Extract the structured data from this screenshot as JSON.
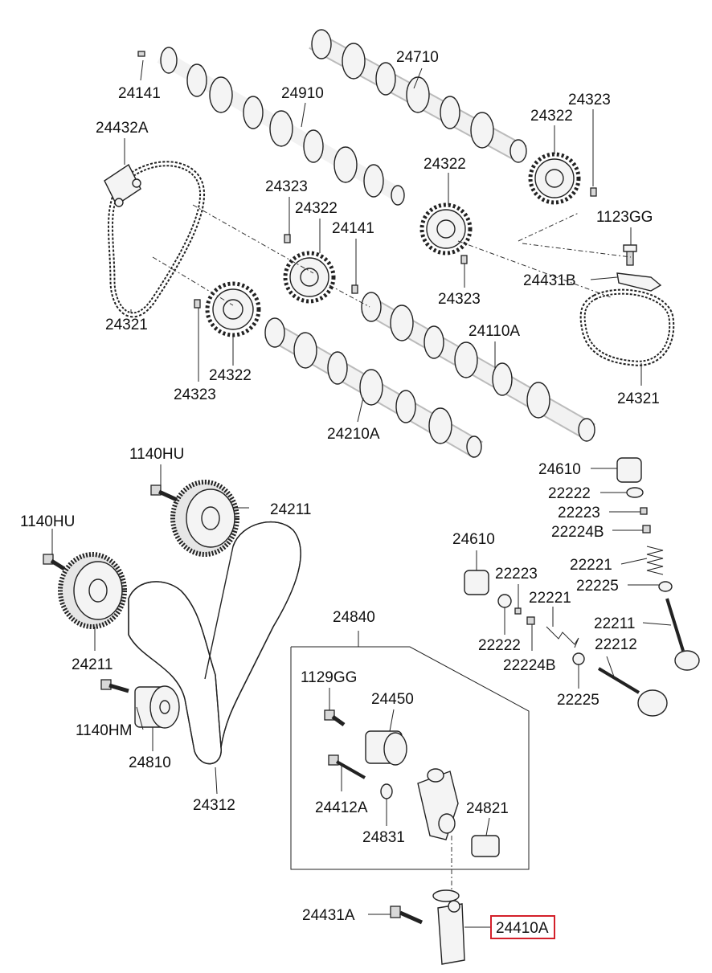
{
  "labels": {
    "p24710": "24710",
    "p24141_top": "24141",
    "p24910": "24910",
    "p24323_tr": "24323",
    "p24322_tr": "24322",
    "p24432A": "24432A",
    "p24322_mid": "24322",
    "p24323_mid": "24323",
    "p24322_c": "24322",
    "p24141_c": "24141",
    "p1123GG": "1123GG",
    "p24431B": "24431B",
    "p24323_c": "24323",
    "p24321_l": "24321",
    "p24110A": "24110A",
    "p24322_bl": "24322",
    "p24323_bl": "24323",
    "p24321_r": "24321",
    "p24210A": "24210A",
    "p1140HU_a": "1140HU",
    "p24610_a": "24610",
    "p22222_a": "22222",
    "p22223_a": "22223",
    "p1140HU_b": "1140HU",
    "p24211_a": "24211",
    "p22224B_a": "22224B",
    "p24610_b": "24610",
    "p22221_a": "22221",
    "p22223_b": "22223",
    "p22225_a": "22225",
    "p22221_b": "22221",
    "p24840": "24840",
    "p22211": "22211",
    "p22222_b": "22222",
    "p22212": "22212",
    "p24211_b": "24211",
    "p22224B_b": "22224B",
    "p1129GG": "1129GG",
    "p22225_b": "22225",
    "p24450": "24450",
    "p1140HM": "1140HM",
    "p24810": "24810",
    "p24412A": "24412A",
    "p24821": "24821",
    "p24312": "24312",
    "p24831": "24831",
    "p24431A": "24431A",
    "p24410A": "24410A"
  },
  "highlight_color": "#d3202a"
}
